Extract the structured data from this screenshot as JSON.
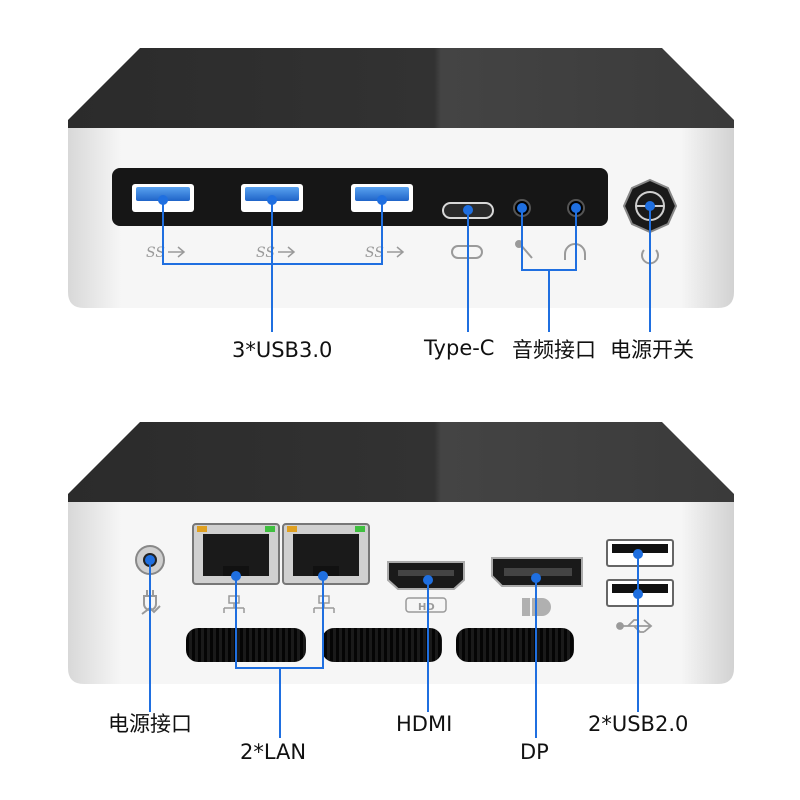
{
  "front": {
    "labels": {
      "usb3": "3*USB3.0",
      "typec": "Type-C",
      "audio": "音频接口",
      "power_switch": "电源开关"
    },
    "usb_symbol": "SS",
    "usb3_port_count": 3
  },
  "back": {
    "labels": {
      "power_jack": "电源接口",
      "lan": "2*LAN",
      "hdmi": "HDMI",
      "dp": "DP",
      "usb2": "2*USB2.0"
    },
    "hdmi_symbol": "HD",
    "lan_port_count": 2,
    "usb2_port_count": 2
  },
  "colors": {
    "callout": "#1f6fe0",
    "usb3_blue": "#2f7fe0",
    "case_top": "#2a2a2a",
    "case_silver": "#ececec",
    "panel": "#161616"
  }
}
